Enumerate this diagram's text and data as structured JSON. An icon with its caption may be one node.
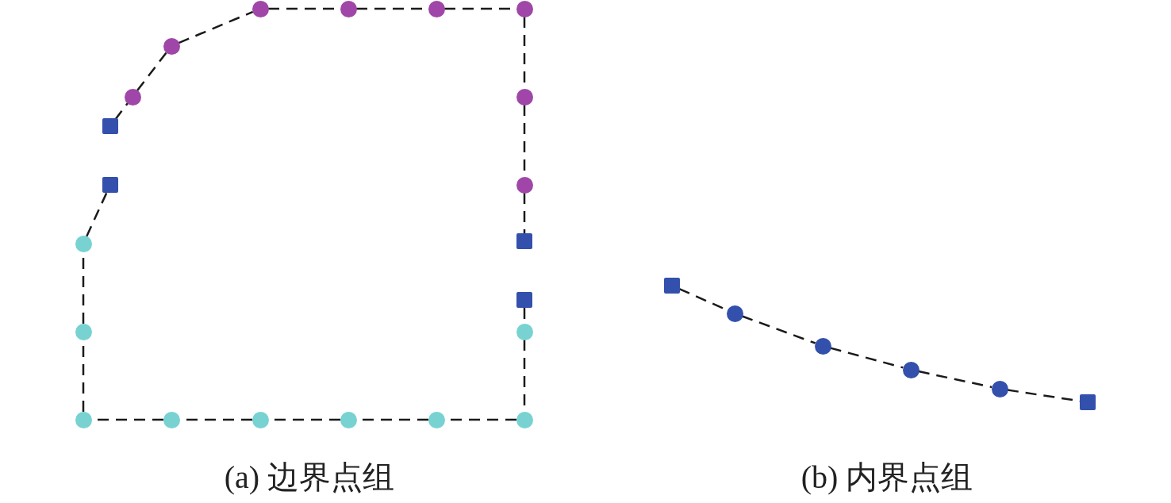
{
  "diagram": {
    "nodes": [
      {
        "text": [],
        "shape": "circle"
      },
      {
        "text": [],
        "shape": "circle"
      },
      {
        "text": [],
        "shape": "circle"
      },
      {
        "text": [],
        "shape": "circle"
      },
      {
        "text": [],
        "shape": "circle"
      },
      {
        "text": [],
        "shape": "circle"
      },
      {
        "text": [],
        "shape": "circle"
      },
      {
        "text": [],
        "shape": "box"
      },
      {
        "text": [],
        "shape": "box"
      },
      {
        "text": [],
        "shape": "circle"
      },
      {
        "text": [],
        "shape": "box"
      },
      {
        "text": [],
        "shape": "circle"
      },
      {
        "text": [],
        "shape": "box"
      },
      {
        "text": [],
        "shape": "box"
      },
      {
        "text": [],
        "shape": "circle"
      },
      {
        "text": [],
        "shape": "circle"
      },
      {
        "text": [],
        "shape": "circle"
      },
      {
        "text": [],
        "shape": "circle"
      },
      {
        "text": [],
        "shape": "circle"
      },
      {
        "text": [],
        "shape": "circle"
      },
      {
        "text": [],
        "shape": "box"
      },
      {
        "text": [],
        "shape": "circle"
      },
      {
        "text": [],
        "shape": "circle"
      },
      {
        "text": [],
        "shape": "circle"
      },
      {
        "text": [],
        "shape": "circle"
      },
      {
        "text": [],
        "shape": "circle"
      },
      {
        "text": [],
        "shape": "circle"
      }
    ],
    "edges": [
      {
        "from": 7,
        "to": 5,
        "arrow": "none"
      },
      {
        "from": 5,
        "to": 4,
        "arrow": "none"
      },
      {
        "from": 4,
        "to": 0,
        "arrow": "none"
      },
      {
        "from": 0,
        "to": 1,
        "arrow": "none"
      },
      {
        "from": 1,
        "to": 2,
        "arrow": "none"
      },
      {
        "from": 2,
        "to": 3,
        "arrow": "none"
      },
      {
        "from": 3,
        "to": 6,
        "arrow": "none"
      },
      {
        "from": 6,
        "to": 9,
        "arrow": "none"
      },
      {
        "from": 9,
        "to": 10,
        "arrow": "none"
      },
      {
        "from": 13,
        "to": 16,
        "arrow": "none"
      },
      {
        "from": 16,
        "to": 26,
        "arrow": "none"
      },
      {
        "from": 26,
        "to": 25,
        "arrow": "none"
      },
      {
        "from": 25,
        "to": 24,
        "arrow": "none"
      },
      {
        "from": 24,
        "to": 23,
        "arrow": "none"
      },
      {
        "from": 23,
        "to": 22,
        "arrow": "none"
      },
      {
        "from": 22,
        "to": 21,
        "arrow": "none"
      },
      {
        "from": 21,
        "to": 15,
        "arrow": "none"
      },
      {
        "from": 15,
        "to": 11,
        "arrow": "none"
      },
      {
        "from": 11,
        "to": 8,
        "arrow": "none"
      },
      {
        "from": 12,
        "to": 14,
        "arrow": "none"
      },
      {
        "from": 14,
        "to": 17,
        "arrow": "none"
      },
      {
        "from": 17,
        "to": 18,
        "arrow": "none"
      },
      {
        "from": 18,
        "to": 19,
        "arrow": "none"
      },
      {
        "from": 19,
        "to": 20,
        "arrow": "none"
      }
    ],
    "labels": [
      "(a) 边界点组",
      "(b) 内界点组"
    ]
  }
}
